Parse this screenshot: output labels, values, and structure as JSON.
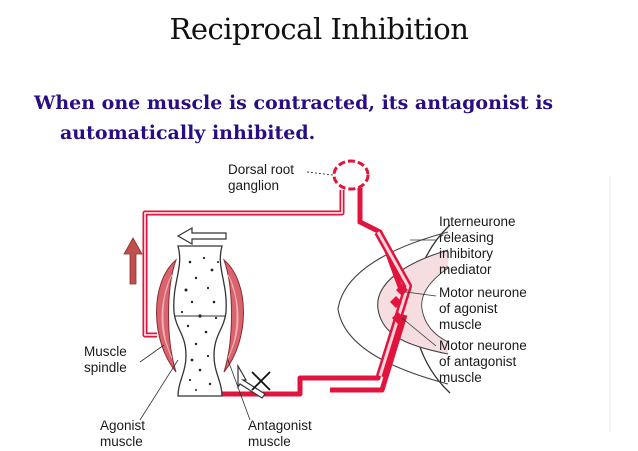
{
  "title": "Reciprocal Inhibition",
  "subtitle": {
    "line1": "When one muscle is contracted, its antagonist is",
    "line2": "automatically inhibited."
  },
  "labels": {
    "dorsal_root": [
      "Dorsal root",
      "ganglion"
    ],
    "interneurone": [
      "Interneurone",
      "releasing",
      "inhibitory",
      "mediator"
    ],
    "motor_agonist": [
      "Motor neurone",
      "of agonist",
      "muscle"
    ],
    "motor_antagonist": [
      "Motor neurone",
      "of antagonist",
      "muscle"
    ],
    "muscle_spindle": [
      "Muscle",
      "spindle"
    ],
    "agonist_muscle": [
      "Agonist",
      "muscle"
    ],
    "antagonist_muscle": [
      "Antagonist",
      "muscle"
    ]
  },
  "colors": {
    "nerve": "#e0143c",
    "muscle": "#d9646d",
    "up_arrow": "#c0504d",
    "spinal_shading": "#f3d0d4",
    "title": "#111111",
    "subtitle": "#2a0d86"
  },
  "icons": [
    "up-arrow-icon",
    "left-arrow-icon",
    "inhibited-arrow-icon"
  ]
}
